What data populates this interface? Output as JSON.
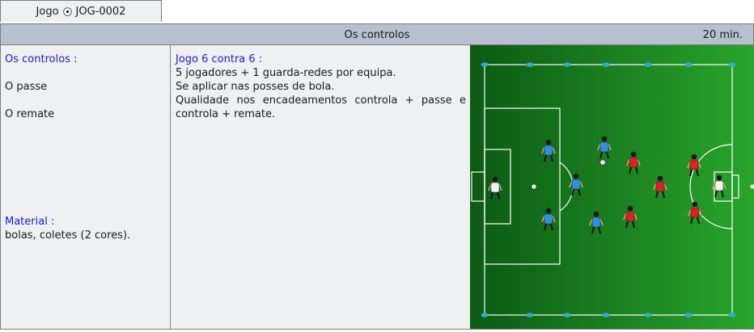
{
  "tab": {
    "prefix": "Jogo",
    "icon": "soccer-ball-icon",
    "code": "JOG-0002"
  },
  "header": {
    "title": "Os controlos",
    "duration": "20 min."
  },
  "left": {
    "heading": "Os controlos :",
    "items": [
      "O passe",
      "O remate"
    ],
    "material_heading": "Material :",
    "material_text": "bolas, coletes (2 cores)."
  },
  "middle": {
    "heading": "Jogo 6 contra 6 :",
    "lines": [
      "5 jogadores + 1 guarda-redes por equipa.",
      "Se aplicar nas posses de bola."
    ],
    "paragraph": "Qualidade nos encadeamentos controla + passe e controla + remate."
  },
  "colors": {
    "blue_text": "#1a1ad0",
    "team_blue": "#2f8fe0",
    "team_red": "#e02020",
    "keeper": "#f2f2f2",
    "pitch_dark": "#0b5a14",
    "pitch_light": "#29a52c"
  },
  "diagram": {
    "icon": "soccer-pitch-diagram",
    "players": [
      {
        "team": "keeper"
      },
      {
        "team": "blue"
      },
      {
        "team": "blue"
      },
      {
        "team": "blue"
      },
      {
        "team": "blue"
      },
      {
        "team": "blue"
      },
      {
        "team": "red"
      },
      {
        "team": "red"
      },
      {
        "team": "red"
      },
      {
        "team": "red"
      },
      {
        "team": "red"
      },
      {
        "team": "keeper"
      }
    ]
  }
}
